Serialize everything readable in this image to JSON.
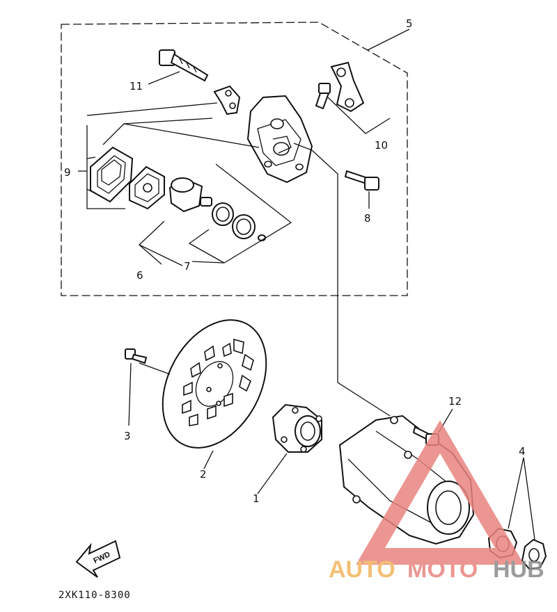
{
  "callouts": {
    "n1": "1",
    "n2": "2",
    "n3": "3",
    "n4": "4",
    "n5": "5",
    "n6": "6",
    "n7": "7",
    "n8": "8",
    "n9": "9",
    "n10": "10",
    "n11": "11",
    "n12": "12"
  },
  "fwd_label": "FWD",
  "diagram_code": "2XK110-8300",
  "watermark": {
    "part1": "AUTO",
    "part2": "MOTO",
    "part3": "HUB",
    "colors": {
      "orange": "#f2b55c",
      "red": "#e8847f",
      "gray": "#8a8a8a"
    }
  }
}
